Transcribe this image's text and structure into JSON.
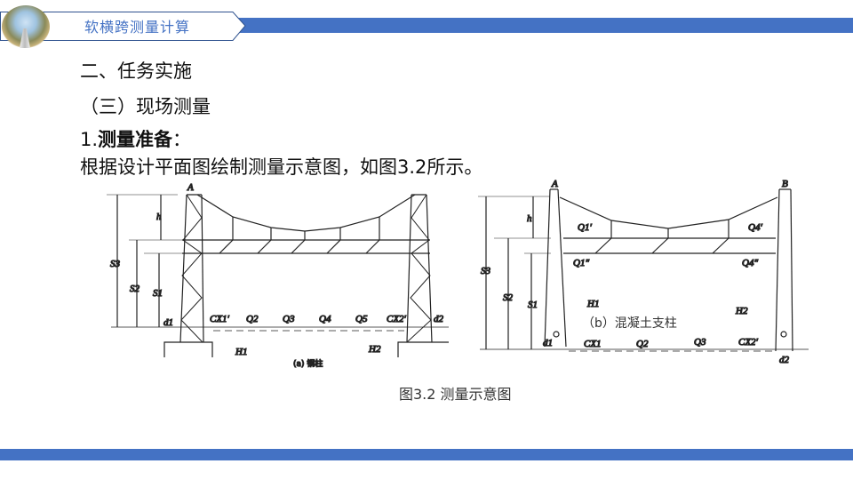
{
  "header": {
    "title": "软横跨测量计算"
  },
  "content": {
    "heading1": "二、任务实施",
    "heading2": "（三）现场测量",
    "heading3_number": "1.",
    "heading3_bold": "测量准备",
    "heading3_colon": "：",
    "body": "根据设计平面图绘制测量示意图，如图3.2所示。"
  },
  "figure": {
    "caption": "图3.2  测量示意图",
    "diagram_a": {
      "caption": "(a) 钢柱",
      "labels": {
        "A": "A",
        "h": "h",
        "S3": "S3",
        "S2": "S2",
        "S1": "S1",
        "d1": "d1",
        "d2": "d2",
        "Cx1": "CX1′",
        "Q2": "Q2",
        "Q3": "Q3",
        "Q4": "Q4",
        "Q5": "Q5",
        "Cx2": "CX2′",
        "H1": "H1",
        "H2": "H2"
      }
    },
    "diagram_b": {
      "caption": "（b）混凝土支柱",
      "labels": {
        "A": "A",
        "B": "B",
        "h": "h",
        "S3": "S3",
        "S2": "S2",
        "S1": "S1",
        "Q1p": "Q1′",
        "Q1pp": "Q1″",
        "Q4p": "Q4′",
        "Q4pp": "Q4″",
        "H1": "H1",
        "H2": "H2",
        "d1": "d1",
        "d2": "d2",
        "Cx1": "CX1",
        "Q2": "Q2",
        "Q3": "Q3",
        "Cx2": "CX2′"
      }
    }
  },
  "colors": {
    "accent": "#4472c4"
  }
}
